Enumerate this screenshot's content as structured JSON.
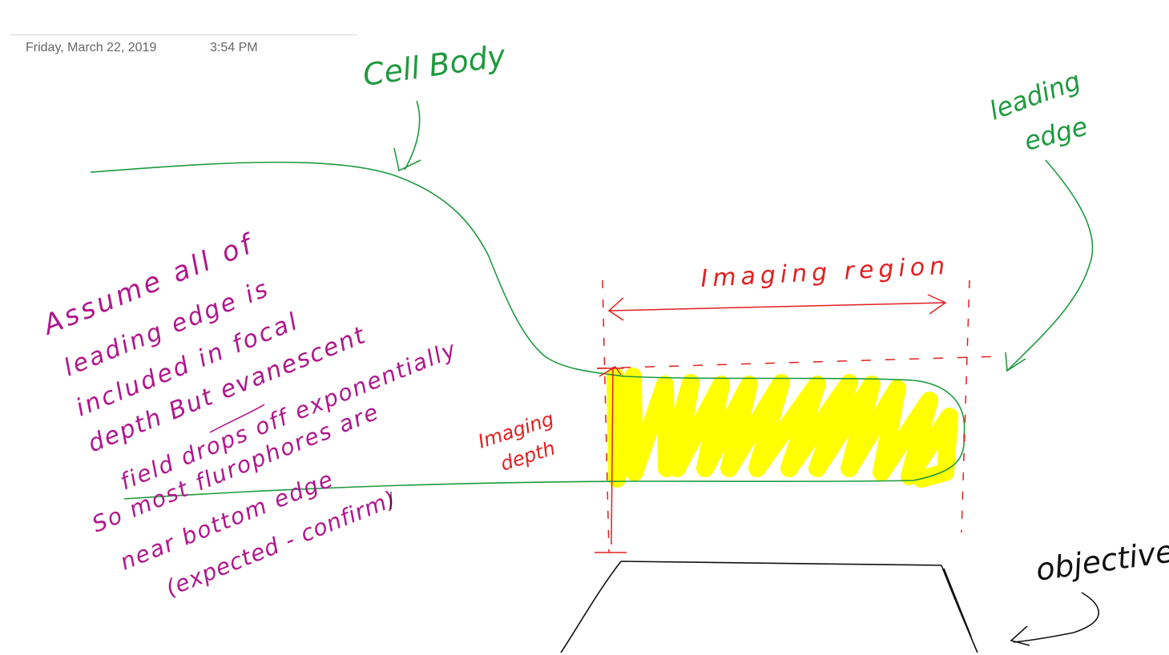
{
  "header": {
    "date": "Friday, March 22, 2019",
    "time": "3:54 PM"
  },
  "colors": {
    "green": "#1f9a3f",
    "red": "#e02020",
    "magenta": "#b0168c",
    "yellow": "#ffff00",
    "black": "#111111",
    "header_text": "#666666"
  },
  "labels": {
    "cell_body": "Cell Body",
    "leading_edge_1": "leading",
    "leading_edge_2": "edge",
    "imaging_region": "Imaging region",
    "imaging_depth_1": "Imaging",
    "imaging_depth_2": "depth",
    "objective": "objective"
  },
  "note_lines": [
    "Assume all of",
    "leading edge is",
    "included in focal",
    "depth But evanescent",
    "field drops off exponentially",
    "So most flurophores are",
    "near bottom edge",
    "(expected - confirm)"
  ]
}
